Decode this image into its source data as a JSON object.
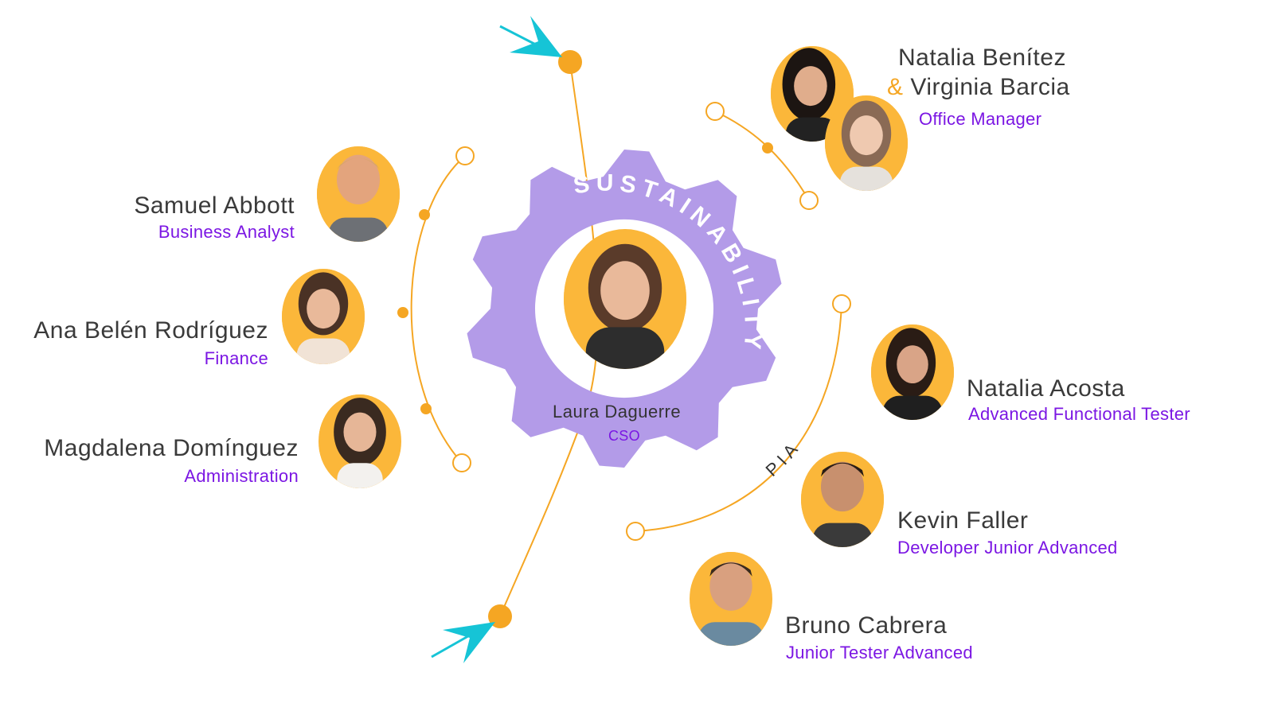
{
  "colors": {
    "accent_orange": "#f5a623",
    "gear_purple": "#b39be8",
    "role_purple": "#7b16e3",
    "arrow_cyan": "#16c4d6",
    "avatar_bg": "#fbb73a"
  },
  "center": {
    "ring_text": "SUSTAINABILITY",
    "name": "Laura Daguerre",
    "role": "CSO"
  },
  "group_label": "PIA",
  "members": [
    {
      "name": "Samuel Abbott",
      "role": "Business Analyst"
    },
    {
      "name": "Ana Belén Rodríguez",
      "role": "Finance"
    },
    {
      "name": "Magdalena Domínguez",
      "role": "Administration"
    },
    {
      "name": "Natalia Acosta",
      "role": "Advanced Functional Tester"
    },
    {
      "name": "Kevin Faller",
      "role": "Developer Junior Advanced"
    },
    {
      "name": "Bruno Cabrera",
      "role": "Junior Tester Advanced"
    }
  ],
  "office": {
    "name_1": "Natalia Benítez",
    "ampersand": "&",
    "name_2": "Virginia Barcia",
    "role": "Office Manager"
  }
}
